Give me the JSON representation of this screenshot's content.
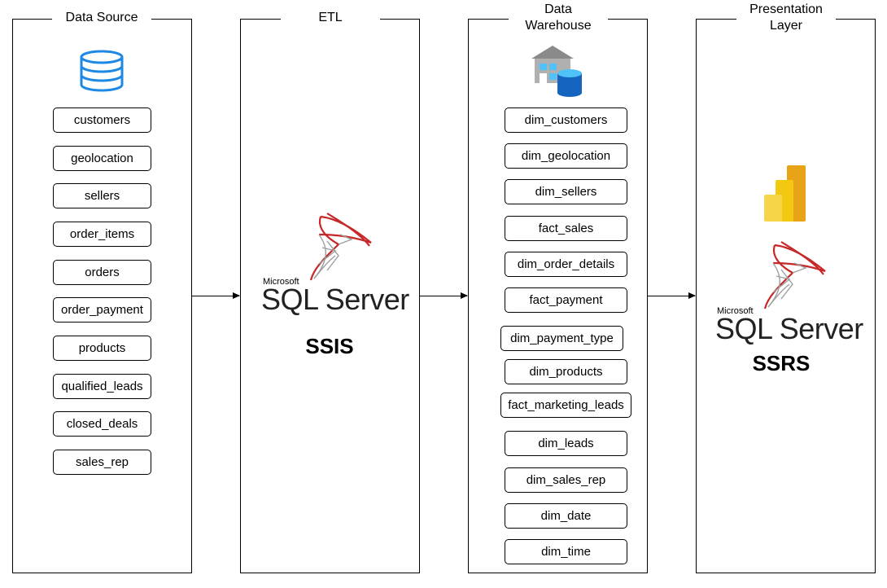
{
  "panels": {
    "source": {
      "title": "Data Source"
    },
    "etl": {
      "title": "ETL"
    },
    "warehouse": {
      "title_line1": "Data",
      "title_line2": "Warehouse"
    },
    "presentation": {
      "title_line1": "Presentation",
      "title_line2": "Layer"
    }
  },
  "source_tables": [
    "customers",
    "geolocation",
    "sellers",
    "order_items",
    "orders",
    "order_payment",
    "products",
    "qualified_leads",
    "closed_deals",
    "sales_rep"
  ],
  "warehouse_tables": [
    "dim_customers",
    "dim_geolocation",
    "dim_sellers",
    "fact_sales",
    "dim_order_details",
    "fact_payment",
    "dim_payment_type",
    "dim_products",
    "fact_marketing_leads",
    "dim_leads",
    "dim_sales_rep",
    "dim_date",
    "dim_time"
  ],
  "etl": {
    "logo_small": "Microsoft",
    "logo_big": "SQL Server",
    "tool": "SSIS"
  },
  "presentation": {
    "logo_small": "Microsoft",
    "logo_big": "SQL Server",
    "tool": "SSRS"
  },
  "icons": {
    "source": "database-icon",
    "warehouse": "data-warehouse-icon",
    "etl": "sql-server-logo",
    "presentation_bi": "power-bi-icon",
    "presentation": "sql-server-logo"
  },
  "colors": {
    "database_blue": "#1e88e5",
    "sql_red": "#c62828",
    "powerbi_yellow": "#f2c811",
    "powerbi_dark": "#e8a317"
  }
}
